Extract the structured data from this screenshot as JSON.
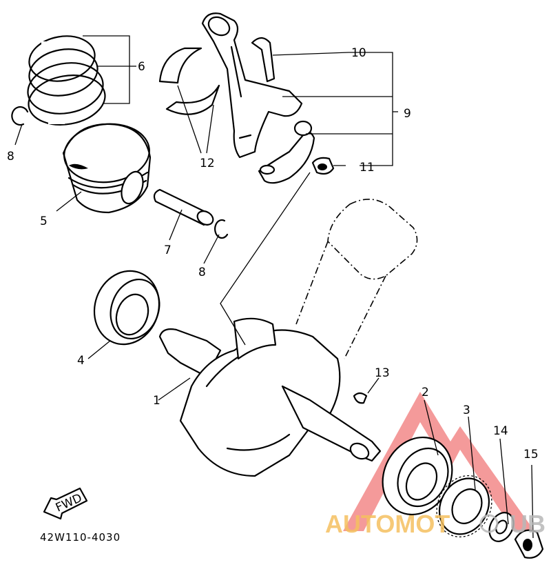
{
  "callouts": [
    "1",
    "2",
    "3",
    "4",
    "5",
    "6",
    "7",
    "8",
    "8",
    "9",
    "10",
    "11",
    "12",
    "13",
    "14",
    "15"
  ],
  "fwd_label": "FWD",
  "diagram_code": "42W110-4030",
  "watermark": {
    "text_left": "AUTOMOT",
    "text_right": "UB",
    "color_left": "#f5c060",
    "color_right": "#b8b8b8",
    "logo_color": "#f07878"
  }
}
